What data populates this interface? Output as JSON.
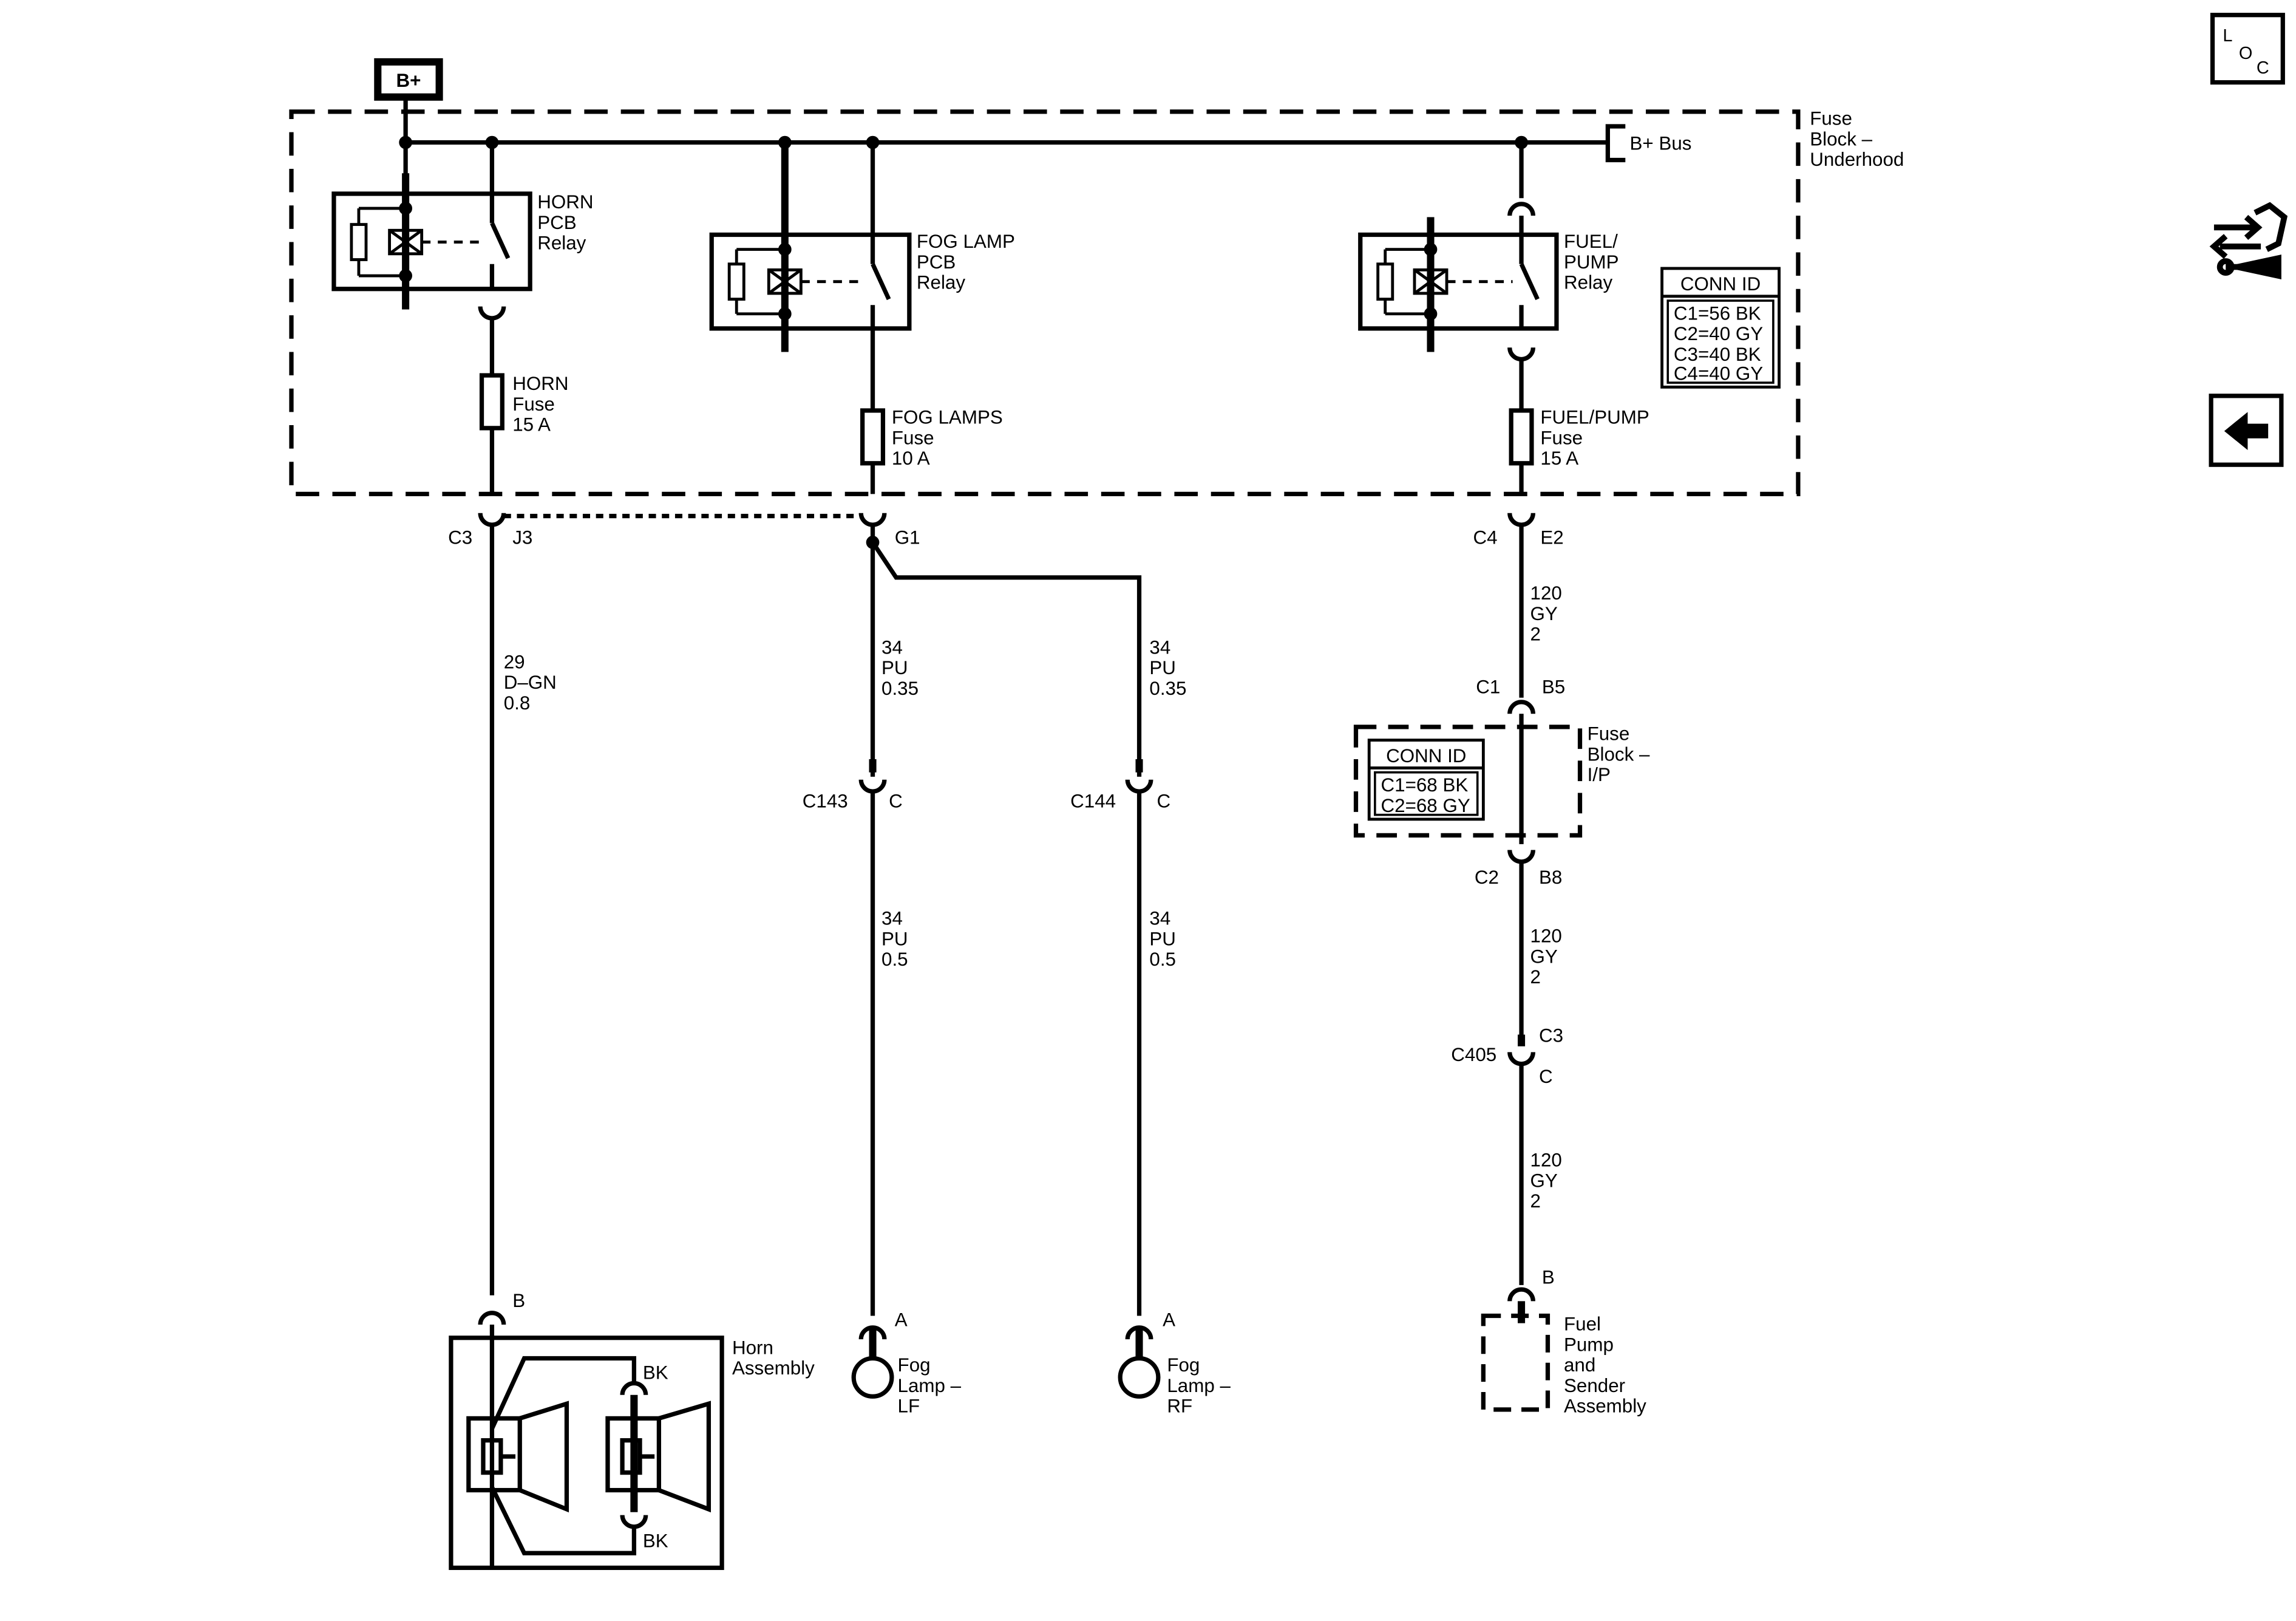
{
  "power": {
    "source": "B+",
    "bus": "B+ Bus"
  },
  "fuse_block_underhood": {
    "name": [
      "Fuse",
      "Block –",
      "Underhood"
    ]
  },
  "underhood_conn_id": {
    "title": "CONN ID",
    "lines": [
      "C1=56 BK",
      "C2=40 GY",
      "C3=40 BK",
      "C4=40 GY"
    ]
  },
  "horn_circuit": {
    "relay": [
      "HORN",
      "PCB",
      "Relay"
    ],
    "fuse": [
      "HORN",
      "Fuse",
      "15 A"
    ],
    "conn_left": "C3",
    "conn_right": "J3",
    "wire": [
      "29",
      "D–GN",
      "0.8"
    ],
    "horn_pin": "B",
    "horn_name": [
      "Horn",
      "Assembly"
    ],
    "horn_gnd_top": "BK",
    "horn_gnd_bottom": "BK"
  },
  "fog_circuit": {
    "relay": [
      "FOG LAMP",
      "PCB",
      "Relay"
    ],
    "fuse": [
      "FOG LAMPS",
      "Fuse",
      "10 A"
    ],
    "conn": "G1",
    "lf": {
      "wire_upper": [
        "34",
        "PU",
        "0.35"
      ],
      "conn_left": "C143",
      "conn_right": "C",
      "wire_lower": [
        "34",
        "PU",
        "0.5"
      ],
      "pin": "A",
      "name": [
        "Fog",
        "Lamp –",
        "LF"
      ]
    },
    "rf": {
      "wire_upper": [
        "34",
        "PU",
        "0.35"
      ],
      "conn_left": "C144",
      "conn_right": "C",
      "wire_lower": [
        "34",
        "PU",
        "0.5"
      ],
      "pin": "A",
      "name": [
        "Fog",
        "Lamp –",
        "RF"
      ]
    }
  },
  "fuel_circuit": {
    "relay": [
      "FUEL/",
      "PUMP",
      "Relay"
    ],
    "fuse": [
      "FUEL/PUMP",
      "Fuse",
      "15 A"
    ],
    "conn1_left": "C4",
    "conn1_right": "E2",
    "wire1": [
      "120",
      "GY",
      "2"
    ],
    "conn2_left": "C1",
    "conn2_right": "B5",
    "ip_block": [
      "Fuse",
      "Block –",
      "I/P"
    ],
    "ip_conn_id": {
      "title": "CONN ID",
      "lines": [
        "C1=68 BK",
        "C2=68 GY"
      ]
    },
    "conn3_left": "C2",
    "conn3_right": "B8",
    "wire2": [
      "120",
      "GY",
      "2"
    ],
    "inline_conn": "C405",
    "inline_pin_top": "C3",
    "inline_pin_bottom": "C",
    "wire3": [
      "120",
      "GY",
      "2"
    ],
    "pump_pin": "B",
    "pump_name": [
      "Fuel",
      "Pump",
      "and",
      "Sender",
      "Assembly"
    ]
  },
  "sidebar": {
    "loc_letters": [
      "L",
      "O",
      "C"
    ],
    "loc_icon": "location-view-icon",
    "connector_icon": "connector-repair-icon",
    "back_icon": "back-arrow-icon"
  }
}
